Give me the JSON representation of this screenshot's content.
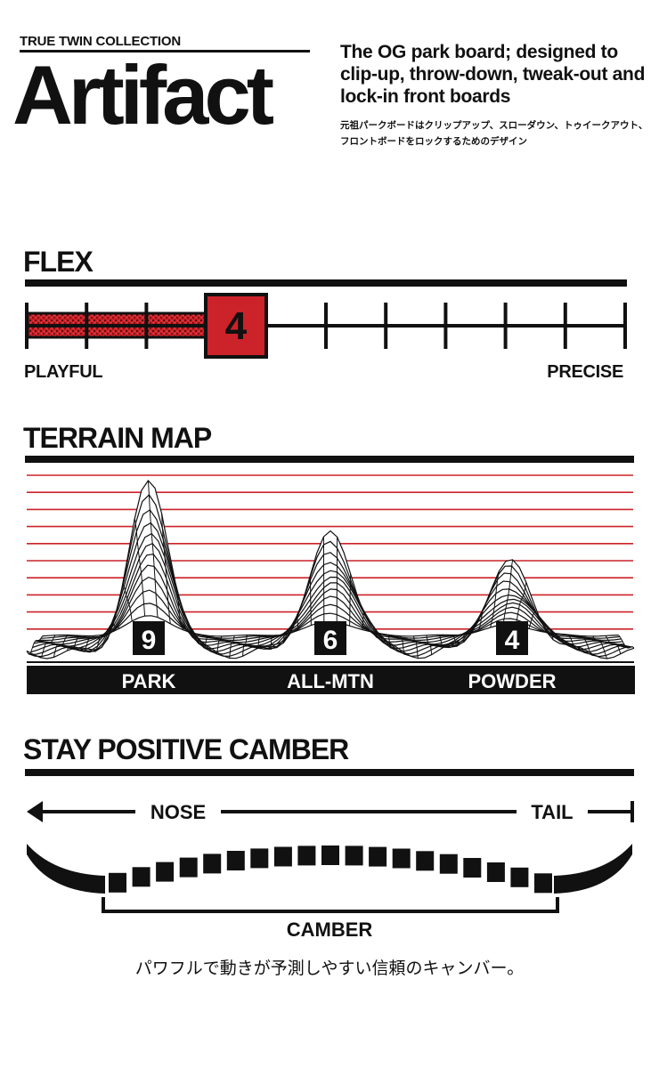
{
  "header": {
    "collection": "TRUE TWIN COLLECTION",
    "title": "Artifact",
    "tagline": "The OG park board; designed to clip-up, throw-down, tweak-out and lock-in front boards",
    "tagline_jp": "元祖パークボードはクリップアップ、スローダウン、トゥイークアウト、フロントボードをロックするためのデザイン"
  },
  "flex": {
    "title": "FLEX",
    "value": 4,
    "scale_max": 10,
    "value_label": "4",
    "left_label": "PLAYFUL",
    "right_label": "PRECISE",
    "accent_color": "#cc2229"
  },
  "terrain": {
    "title": "TERRAIN MAP",
    "line_color": "#cc2229",
    "items": [
      {
        "label": "PARK",
        "score": "9"
      },
      {
        "label": "ALL-MTN",
        "score": "6"
      },
      {
        "label": "POWDER",
        "score": "4"
      }
    ]
  },
  "camber": {
    "title": "STAY POSITIVE CAMBER",
    "nose_label": "NOSE",
    "tail_label": "TAIL",
    "camber_label": "CAMBER",
    "note_jp": "パワフルで動きが予測しやすい信頼のキャンバー。"
  }
}
